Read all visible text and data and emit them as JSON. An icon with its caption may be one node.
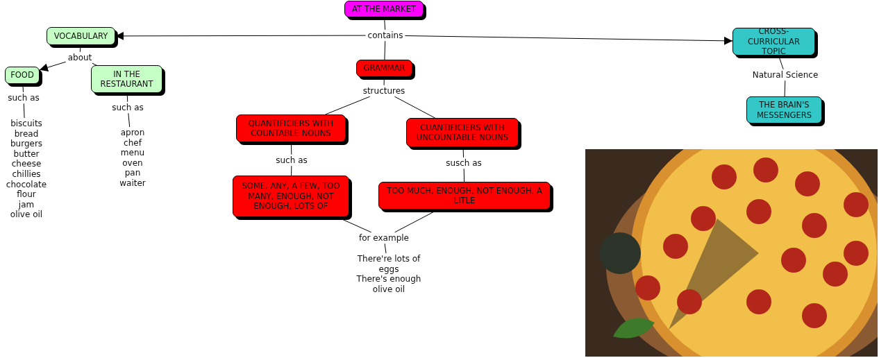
{
  "diagram": {
    "nodes": [
      {
        "text": [
          "AT THE MARKET"
        ]
      },
      {
        "text": [
          "contains"
        ]
      },
      {
        "text": [
          "VOCABULARY"
        ]
      },
      {
        "text": [
          "GRAMMAR"
        ]
      },
      {
        "text": [
          "CROSS-CURRICULAR TOPIC"
        ]
      },
      {
        "text": [
          "about"
        ]
      },
      {
        "text": [
          "FOOD"
        ]
      },
      {
        "text": [
          "IN THE RESTAURANT"
        ]
      },
      {
        "text": [
          "such as"
        ]
      },
      {
        "text": [
          "biscuits",
          "bread",
          "burgers",
          "butter",
          "cheese",
          "chillies",
          "chocolate",
          "flour",
          "jam",
          "olive oil"
        ]
      },
      {
        "text": [
          "such as"
        ]
      },
      {
        "text": [
          "apron",
          "chef",
          "menu",
          "oven",
          "pan",
          "waiter"
        ]
      },
      {
        "text": [
          "structures"
        ]
      },
      {
        "text": [
          "QUANTIFICIERS WITH COUNTABLE NOUNS"
        ]
      },
      {
        "text": [
          "CUANTIFICIERS WITH UNCOUNTABLE NOUNS"
        ]
      },
      {
        "text": [
          "such as"
        ]
      },
      {
        "text": [
          "SOME, ANY, A FEW, TOO MANY, ENOUGH, NOT ENOUGH, LOTS OF"
        ]
      },
      {
        "text": [
          "susch as"
        ]
      },
      {
        "text": [
          "TOO MUCH, ENOUGH, NOT ENOUGH, A LITLE"
        ]
      },
      {
        "text": [
          "for example"
        ]
      },
      {
        "text": [
          "There're lots of eggs",
          "There's enough olive oil"
        ]
      },
      {
        "text": [
          "Natural Science"
        ]
      },
      {
        "text": [
          "THE BRAIN'S MESSENGERS"
        ]
      }
    ],
    "edges": [
      {
        "from": 0,
        "to": 1,
        "arrow": "none"
      },
      {
        "from": 1,
        "to": 2,
        "arrow": "to"
      },
      {
        "from": 1,
        "to": 3,
        "arrow": "none"
      },
      {
        "from": 1,
        "to": 4,
        "arrow": "to"
      },
      {
        "from": 2,
        "to": 5,
        "arrow": "none"
      },
      {
        "from": 5,
        "to": 6,
        "arrow": "to"
      },
      {
        "from": 5,
        "to": 7,
        "arrow": "none"
      },
      {
        "from": 6,
        "to": 8,
        "arrow": "none"
      },
      {
        "from": 8,
        "to": 9,
        "arrow": "none"
      },
      {
        "from": 7,
        "to": 10,
        "arrow": "none"
      },
      {
        "from": 10,
        "to": 11,
        "arrow": "none"
      },
      {
        "from": 3,
        "to": 12,
        "arrow": "none"
      },
      {
        "from": 12,
        "to": 13,
        "arrow": "none"
      },
      {
        "from": 12,
        "to": 14,
        "arrow": "none"
      },
      {
        "from": 13,
        "to": 15,
        "arrow": "none"
      },
      {
        "from": 15,
        "to": 16,
        "arrow": "none"
      },
      {
        "from": 14,
        "to": 17,
        "arrow": "none"
      },
      {
        "from": 17,
        "to": 18,
        "arrow": "none"
      },
      {
        "from": 16,
        "to": 19,
        "arrow": "none"
      },
      {
        "from": 18,
        "to": 19,
        "arrow": "none"
      },
      {
        "from": 19,
        "to": 20,
        "arrow": "none"
      },
      {
        "from": 4,
        "to": 21,
        "arrow": "none"
      },
      {
        "from": 21,
        "to": 22,
        "arrow": "none"
      }
    ]
  }
}
